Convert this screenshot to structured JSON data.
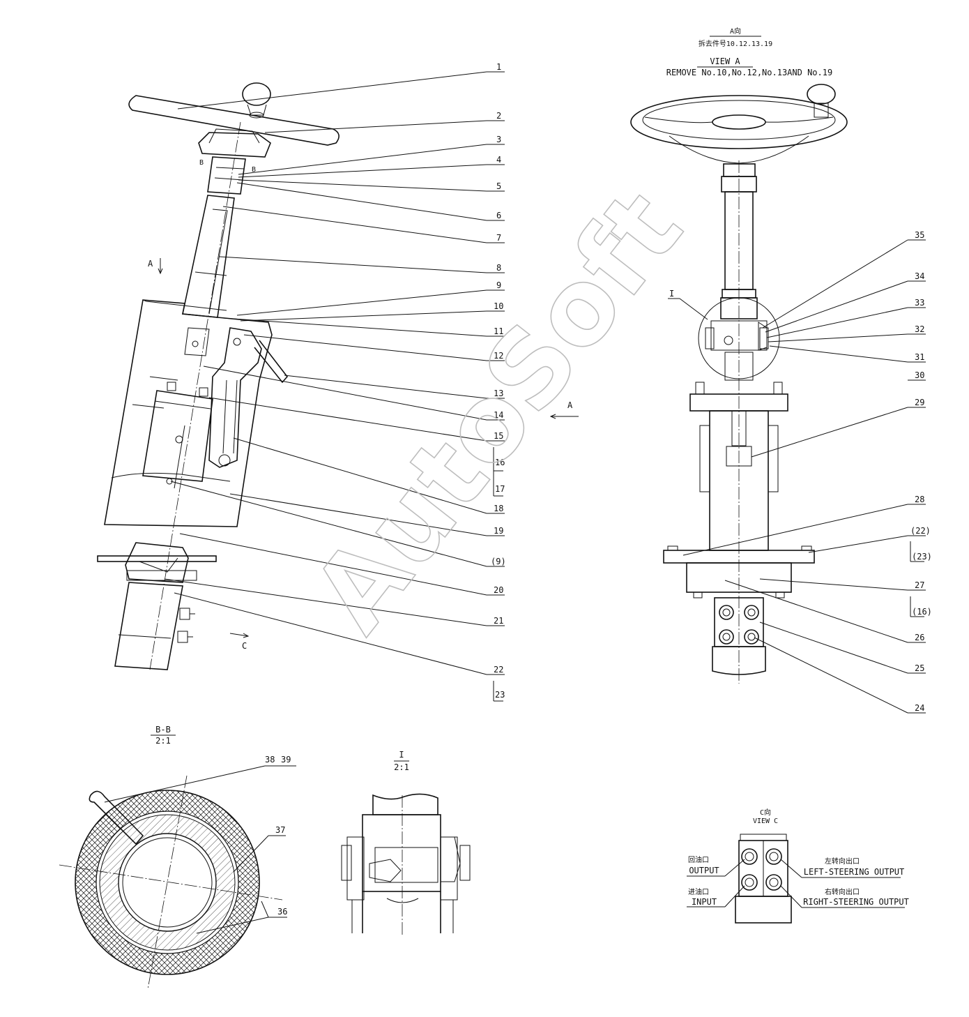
{
  "left_callouts": [
    "1",
    "2",
    "3",
    "4",
    "5",
    "6",
    "7",
    "8",
    "9",
    "10",
    "11",
    "12",
    "13",
    "14",
    "15",
    "16",
    "17",
    "18",
    "19",
    "(9)",
    "20",
    "21",
    "22",
    "23"
  ],
  "right_callouts": [
    "35",
    "34",
    "33",
    "32",
    "31",
    "30",
    "29",
    "28",
    "(22)",
    "(23)",
    "27",
    "(16)",
    "26",
    "25",
    "24"
  ],
  "section_marks": {
    "b_left": "B",
    "b_right": "B",
    "arrow_a": "A",
    "arrow_c": "C",
    "detail_i": "I"
  },
  "view_a": {
    "title_cn": "A向",
    "note_cn": "拆去件号10.12.13.19",
    "title": "VIEW A",
    "note": "REMOVE No.10,No.12,No.13AND No.19",
    "arrow": "A"
  },
  "section_bb": {
    "title": "B-B",
    "scale": "2:1",
    "labels": [
      "38",
      "39",
      "37",
      "36"
    ]
  },
  "detail_1": {
    "title": "I",
    "scale": "2:1"
  },
  "view_c": {
    "title_cn": "C向",
    "title": "VIEW C",
    "ports": {
      "output_cn": "回油口",
      "output": "OUTPUT",
      "input_cn": "进油口",
      "input": "INPUT",
      "left_cn": "左转向出口",
      "left": "LEFT-STEERING OUTPUT",
      "right_cn": "右转向出口",
      "right": "RIGHT-STEERING OUTPUT"
    }
  },
  "watermark": "AutoSoft"
}
